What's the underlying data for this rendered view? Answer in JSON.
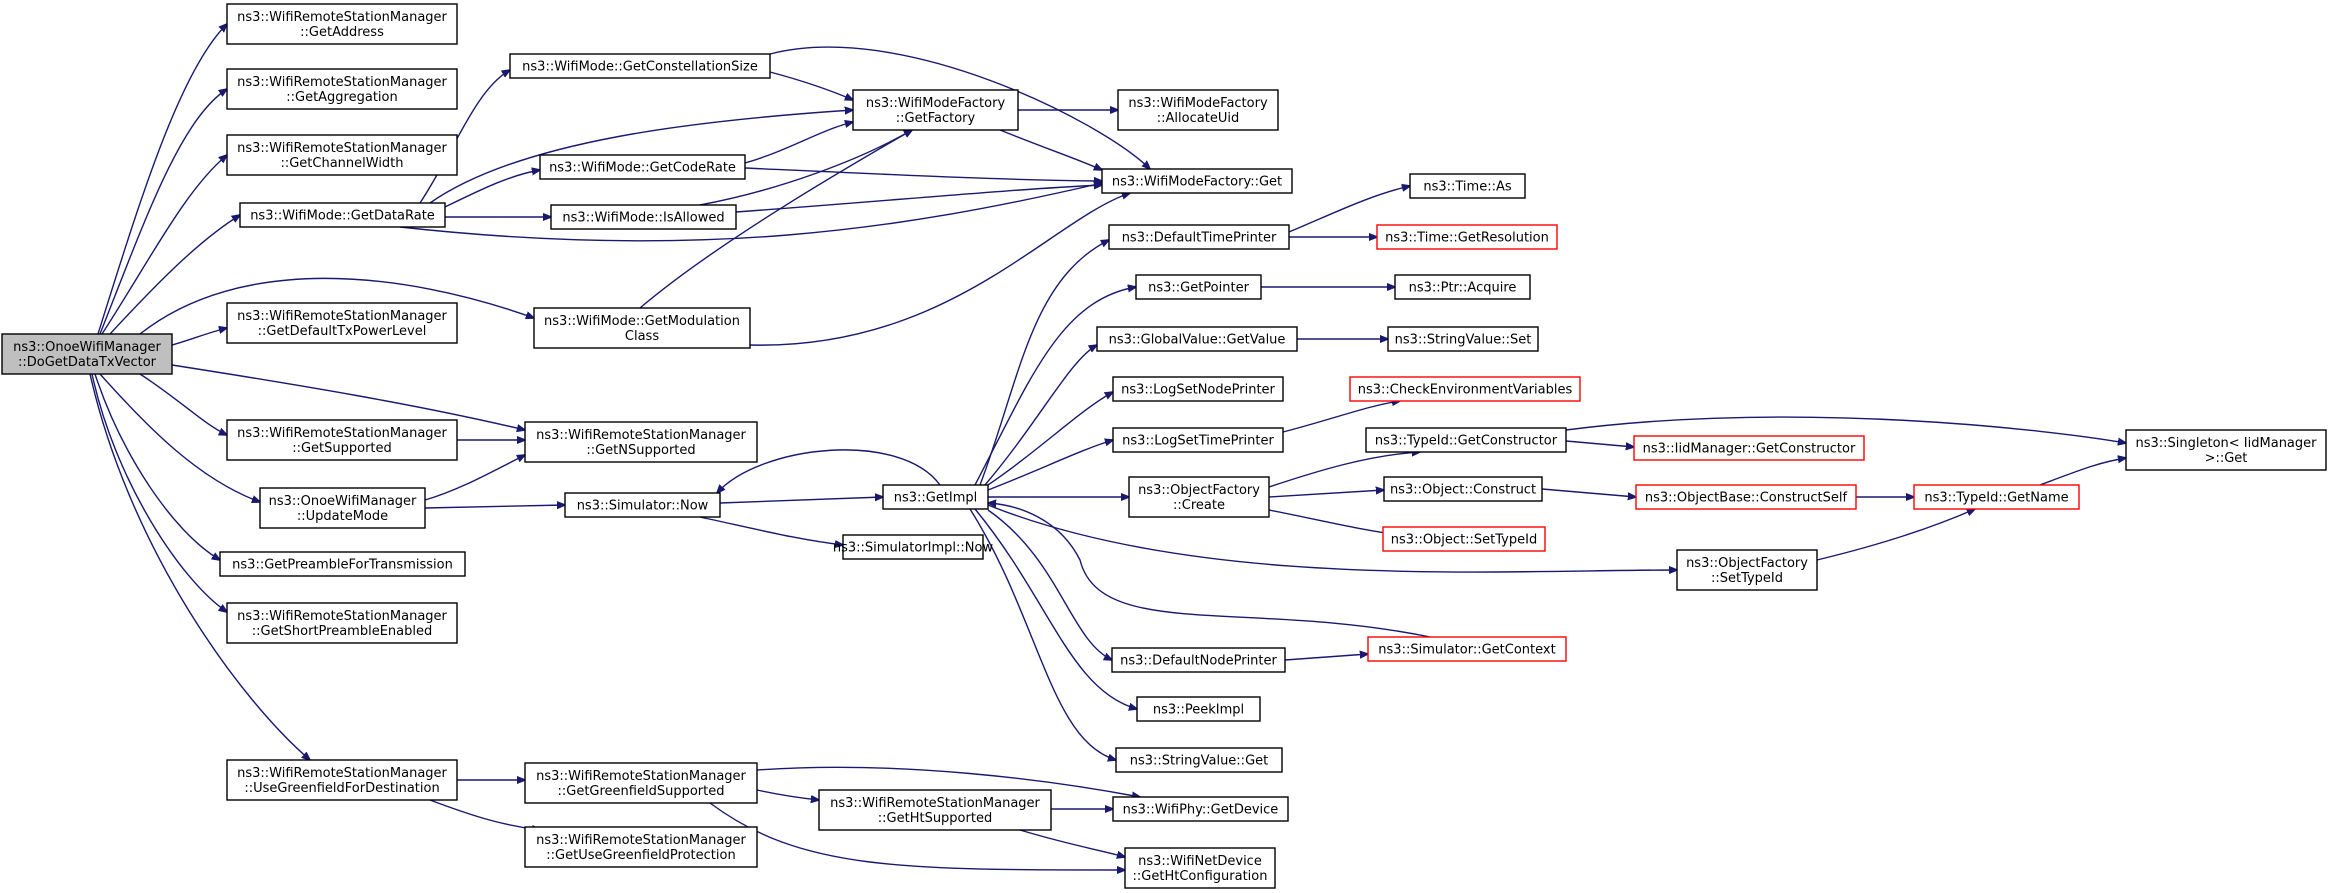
{
  "graph": {
    "edge_color": "#191970",
    "truncated_border_color": "#ff0000",
    "root_fill_color": "#bfbfbf",
    "nodes": [
      {
        "id": "root",
        "lines": [
          "ns3::OnoeWifiManager",
          "::DoGetDataTxVector"
        ],
        "root": true
      },
      {
        "id": "getAddress",
        "lines": [
          "ns3::WifiRemoteStationManager",
          "::GetAddress"
        ]
      },
      {
        "id": "getAggregation",
        "lines": [
          "ns3::WifiRemoteStationManager",
          "::GetAggregation"
        ]
      },
      {
        "id": "getChannelWidth",
        "lines": [
          "ns3::WifiRemoteStationManager",
          "::GetChannelWidth"
        ]
      },
      {
        "id": "getDataRate",
        "lines": [
          "ns3::WifiMode::GetDataRate"
        ]
      },
      {
        "id": "getDefaultTxPowerLevel",
        "lines": [
          "ns3::WifiRemoteStationManager",
          "::GetDefaultTxPowerLevel"
        ]
      },
      {
        "id": "getSupported",
        "lines": [
          "ns3::WifiRemoteStationManager",
          "::GetSupported"
        ]
      },
      {
        "id": "updateMode",
        "lines": [
          "ns3::OnoeWifiManager",
          "::UpdateMode"
        ]
      },
      {
        "id": "getPreamble",
        "lines": [
          "ns3::GetPreambleForTransmission"
        ]
      },
      {
        "id": "getShortPreamble",
        "lines": [
          "ns3::WifiRemoteStationManager",
          "::GetShortPreambleEnabled"
        ]
      },
      {
        "id": "useGreenfield",
        "lines": [
          "ns3::WifiRemoteStationManager",
          "::UseGreenfieldForDestination"
        ]
      },
      {
        "id": "getConstellation",
        "lines": [
          "ns3::WifiMode::GetConstellationSize"
        ]
      },
      {
        "id": "getCodeRate",
        "lines": [
          "ns3::WifiMode::GetCodeRate"
        ]
      },
      {
        "id": "isAllowed",
        "lines": [
          "ns3::WifiMode::IsAllowed"
        ]
      },
      {
        "id": "getModulation",
        "lines": [
          "ns3::WifiMode::GetModulation",
          "Class"
        ]
      },
      {
        "id": "getNSupported",
        "lines": [
          "ns3::WifiRemoteStationManager",
          "::GetNSupported"
        ]
      },
      {
        "id": "simNow",
        "lines": [
          "ns3::Simulator::Now"
        ]
      },
      {
        "id": "getGreenfieldSupported",
        "lines": [
          "ns3::WifiRemoteStationManager",
          "::GetGreenfieldSupported"
        ]
      },
      {
        "id": "getUseGreenfieldProtection",
        "lines": [
          "ns3::WifiRemoteStationManager",
          "::GetUseGreenfieldProtection"
        ]
      },
      {
        "id": "getFactory",
        "lines": [
          "ns3::WifiModeFactory",
          "::GetFactory"
        ]
      },
      {
        "id": "getImpl",
        "lines": [
          "ns3::GetImpl"
        ]
      },
      {
        "id": "simImplNow",
        "lines": [
          "ns3::SimulatorImpl::Now"
        ]
      },
      {
        "id": "getHtSupported",
        "lines": [
          "ns3::WifiRemoteStationManager",
          "::GetHtSupported"
        ]
      },
      {
        "id": "allocateUid",
        "lines": [
          "ns3::WifiModeFactory",
          "::AllocateUid"
        ]
      },
      {
        "id": "factoryGet",
        "lines": [
          "ns3::WifiModeFactory::Get"
        ]
      },
      {
        "id": "defaultTimePrinter",
        "lines": [
          "ns3::DefaultTimePrinter"
        ]
      },
      {
        "id": "getPointer",
        "lines": [
          "ns3::GetPointer"
        ]
      },
      {
        "id": "globalValueGetValue",
        "lines": [
          "ns3::GlobalValue::GetValue"
        ]
      },
      {
        "id": "logSetNodePrinter",
        "lines": [
          "ns3::LogSetNodePrinter"
        ]
      },
      {
        "id": "logSetTimePrinter",
        "lines": [
          "ns3::LogSetTimePrinter"
        ]
      },
      {
        "id": "objectFactoryCreate",
        "lines": [
          "ns3::ObjectFactory",
          "::Create"
        ]
      },
      {
        "id": "defaultNodePrinter",
        "lines": [
          "ns3::DefaultNodePrinter"
        ]
      },
      {
        "id": "peekImpl",
        "lines": [
          "ns3::PeekImpl"
        ]
      },
      {
        "id": "stringValueGet",
        "lines": [
          "ns3::StringValue::Get"
        ]
      },
      {
        "id": "wifiPhyGetDevice",
        "lines": [
          "ns3::WifiPhy::GetDevice"
        ]
      },
      {
        "id": "getHtConfiguration",
        "lines": [
          "ns3::WifiNetDevice",
          "::GetHtConfiguration"
        ]
      },
      {
        "id": "timeAs",
        "lines": [
          "ns3::Time::As"
        ]
      },
      {
        "id": "timeGetResolution",
        "lines": [
          "ns3::Time::GetResolution"
        ],
        "truncated": true
      },
      {
        "id": "ptrAcquire",
        "lines": [
          "ns3::Ptr::Acquire"
        ]
      },
      {
        "id": "stringValueSet",
        "lines": [
          "ns3::StringValue::Set"
        ]
      },
      {
        "id": "checkEnvVars",
        "lines": [
          "ns3::CheckEnvironmentVariables"
        ],
        "truncated": true
      },
      {
        "id": "typeIdGetConstructor",
        "lines": [
          "ns3::TypeId::GetConstructor"
        ]
      },
      {
        "id": "objectConstruct",
        "lines": [
          "ns3::Object::Construct"
        ]
      },
      {
        "id": "objectSetTypeId",
        "lines": [
          "ns3::Object::SetTypeId"
        ],
        "truncated": true
      },
      {
        "id": "objectFactorySetTypeId",
        "lines": [
          "ns3::ObjectFactory",
          "::SetTypeId"
        ]
      },
      {
        "id": "simGetContext",
        "lines": [
          "ns3::Simulator::GetContext"
        ],
        "truncated": true
      },
      {
        "id": "iidGetConstructor",
        "lines": [
          "ns3::IidManager::GetConstructor"
        ],
        "truncated": true
      },
      {
        "id": "objectBaseConstructSelf",
        "lines": [
          "ns3::ObjectBase::ConstructSelf"
        ],
        "truncated": true
      },
      {
        "id": "typeIdGetName",
        "lines": [
          "ns3::TypeId::GetName"
        ],
        "truncated": true
      },
      {
        "id": "singletonGet",
        "lines": [
          "ns3::Singleton< IidManager",
          " >::Get"
        ]
      }
    ],
    "edges": [
      [
        "root",
        "getAddress"
      ],
      [
        "root",
        "getAggregation"
      ],
      [
        "root",
        "getChannelWidth"
      ],
      [
        "root",
        "getDataRate"
      ],
      [
        "root",
        "getDefaultTxPowerLevel"
      ],
      [
        "root",
        "getModulation"
      ],
      [
        "root",
        "getNSupported"
      ],
      [
        "root",
        "getSupported"
      ],
      [
        "root",
        "updateMode"
      ],
      [
        "root",
        "getPreamble"
      ],
      [
        "root",
        "getShortPreamble"
      ],
      [
        "root",
        "useGreenfield"
      ],
      [
        "getDataRate",
        "getConstellation"
      ],
      [
        "getDataRate",
        "getFactory"
      ],
      [
        "getDataRate",
        "getCodeRate"
      ],
      [
        "getDataRate",
        "isAllowed"
      ],
      [
        "getDataRate",
        "factoryGet"
      ],
      [
        "getConstellation",
        "getFactory"
      ],
      [
        "getConstellation",
        "factoryGet"
      ],
      [
        "getCodeRate",
        "getFactory"
      ],
      [
        "getCodeRate",
        "factoryGet"
      ],
      [
        "isAllowed",
        "getFactory"
      ],
      [
        "isAllowed",
        "factoryGet"
      ],
      [
        "getModulation",
        "getFactory"
      ],
      [
        "getModulation",
        "factoryGet"
      ],
      [
        "getFactory",
        "allocateUid"
      ],
      [
        "getFactory",
        "factoryGet"
      ],
      [
        "getSupported",
        "getNSupported"
      ],
      [
        "updateMode",
        "getNSupported"
      ],
      [
        "updateMode",
        "simNow"
      ],
      [
        "simNow",
        "getImpl"
      ],
      [
        "simNow",
        "simImplNow"
      ],
      [
        "getImpl",
        "simNow"
      ],
      [
        "getImpl",
        "defaultTimePrinter"
      ],
      [
        "getImpl",
        "getPointer"
      ],
      [
        "getImpl",
        "globalValueGetValue"
      ],
      [
        "getImpl",
        "logSetNodePrinter"
      ],
      [
        "getImpl",
        "logSetTimePrinter"
      ],
      [
        "getImpl",
        "objectFactoryCreate"
      ],
      [
        "getImpl",
        "objectFactorySetTypeId"
      ],
      [
        "getImpl",
        "defaultNodePrinter"
      ],
      [
        "getImpl",
        "peekImpl"
      ],
      [
        "getImpl",
        "stringValueGet"
      ],
      [
        "defaultTimePrinter",
        "timeAs"
      ],
      [
        "defaultTimePrinter",
        "timeGetResolution"
      ],
      [
        "getPointer",
        "ptrAcquire"
      ],
      [
        "globalValueGetValue",
        "stringValueSet"
      ],
      [
        "logSetTimePrinter",
        "checkEnvVars"
      ],
      [
        "objectFactoryCreate",
        "typeIdGetConstructor"
      ],
      [
        "objectFactoryCreate",
        "objectConstruct"
      ],
      [
        "objectFactoryCreate",
        "objectSetTypeId"
      ],
      [
        "typeIdGetConstructor",
        "iidGetConstructor"
      ],
      [
        "typeIdGetConstructor",
        "singletonGet"
      ],
      [
        "objectConstruct",
        "objectBaseConstructSelf"
      ],
      [
        "objectBaseConstructSelf",
        "typeIdGetName"
      ],
      [
        "typeIdGetName",
        "singletonGet"
      ],
      [
        "objectFactorySetTypeId",
        "typeIdGetName"
      ],
      [
        "defaultNodePrinter",
        "simGetContext"
      ],
      [
        "simGetContext",
        "getImpl"
      ],
      [
        "useGreenfield",
        "getGreenfieldSupported"
      ],
      [
        "useGreenfield",
        "getUseGreenfieldProtection"
      ],
      [
        "getGreenfieldSupported",
        "wifiPhyGetDevice"
      ],
      [
        "getGreenfieldSupported",
        "getHtSupported"
      ],
      [
        "getGreenfieldSupported",
        "getHtConfiguration"
      ],
      [
        "getHtSupported",
        "wifiPhyGetDevice"
      ],
      [
        "getHtSupported",
        "getHtConfiguration"
      ]
    ]
  }
}
